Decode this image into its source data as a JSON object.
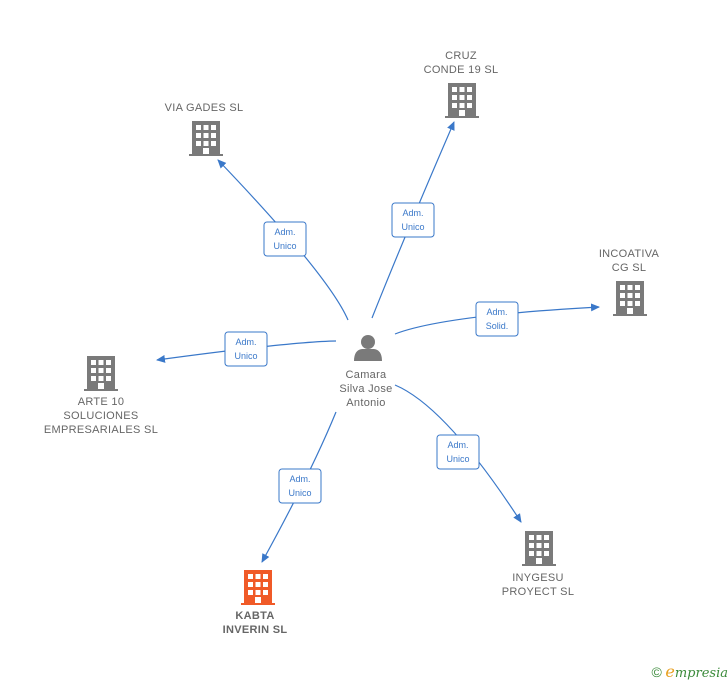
{
  "center_person": {
    "name_lines": [
      "Camara",
      "Silva Jose",
      "Antonio"
    ],
    "icon": "person-icon"
  },
  "companies": [
    {
      "id": "via-gades",
      "lines": [
        "VIA GADES SL"
      ],
      "icon": "building-icon",
      "highlight": false,
      "relation": [
        "Adm.",
        "Unico"
      ]
    },
    {
      "id": "cruz-conde",
      "lines": [
        "CRUZ",
        "CONDE 19 SL"
      ],
      "icon": "building-icon",
      "highlight": false,
      "relation": [
        "Adm.",
        "Unico"
      ]
    },
    {
      "id": "incoativa",
      "lines": [
        "INCOATIVA",
        "CG SL"
      ],
      "icon": "building-icon",
      "highlight": false,
      "relation": [
        "Adm.",
        "Solid."
      ]
    },
    {
      "id": "arte-10",
      "lines": [
        "ARTE 10",
        "SOLUCIONES",
        "EMPRESARIALES SL"
      ],
      "icon": "building-icon",
      "highlight": false,
      "relation": [
        "Adm.",
        "Unico"
      ]
    },
    {
      "id": "inygesu",
      "lines": [
        "INYGESU",
        "PROYECT  SL"
      ],
      "icon": "building-icon",
      "highlight": false,
      "relation": [
        "Adm.",
        "Unico"
      ]
    },
    {
      "id": "kabta",
      "lines": [
        "KABTA",
        "INVERIN  SL"
      ],
      "icon": "building-icon",
      "highlight": true,
      "relation": [
        "Adm.",
        "Unico"
      ]
    }
  ],
  "colors": {
    "edge": "#3a78c9",
    "building": "#7a7a7a",
    "building_highlight": "#f05a28",
    "person": "#7a7a7a",
    "label": "#666666"
  },
  "footer": {
    "copyright_symbol": "©",
    "brand_first": "e",
    "brand_rest": "mpresia"
  }
}
